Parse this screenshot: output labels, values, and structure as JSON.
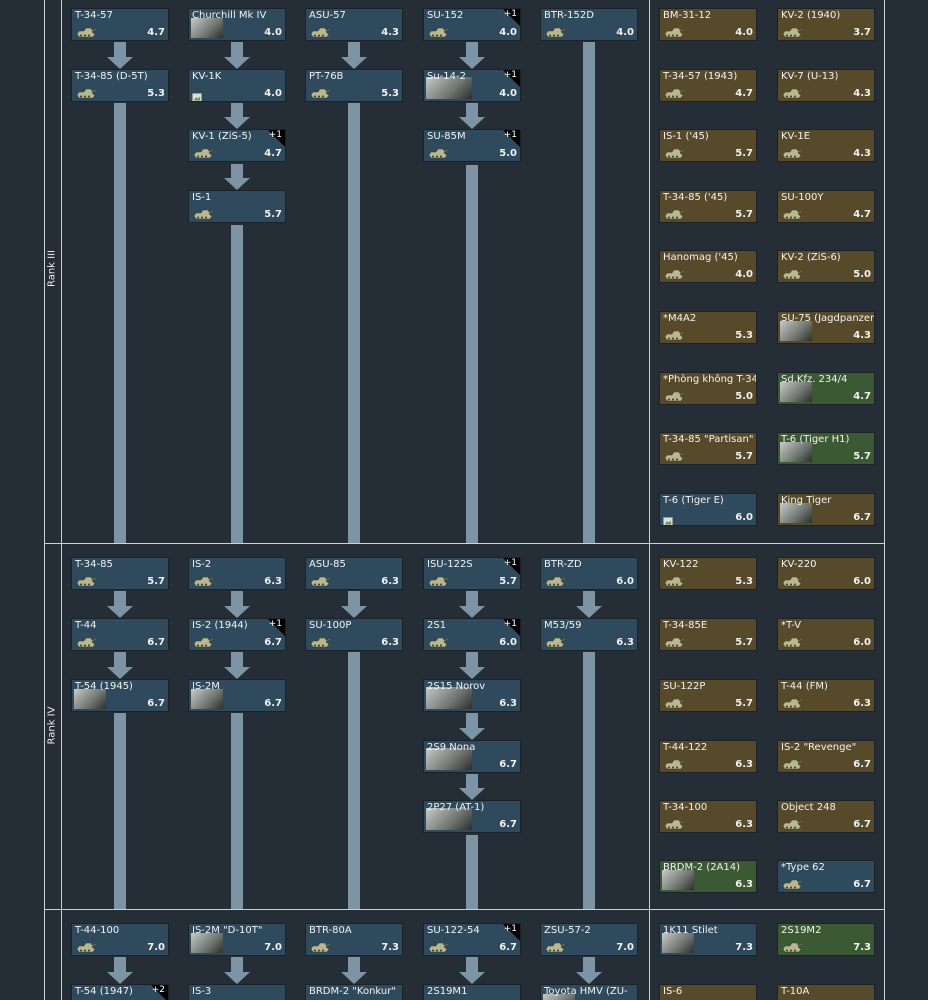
{
  "ranks": [
    {
      "label": "Rank III"
    },
    {
      "label": "Rank IV"
    }
  ],
  "columns": [
    [
      {
        "name": "T-34-57",
        "br": "4.7",
        "kind": "std",
        "icon": "tank-icon"
      },
      {
        "name": "T-34-85 (D-5T)",
        "br": "5.3",
        "kind": "std",
        "icon": "tank-icon"
      },
      {
        "name": "T-34-85",
        "br": "5.7",
        "kind": "std",
        "icon": "tank-icon"
      },
      {
        "name": "T-44",
        "br": "6.7",
        "kind": "std",
        "icon": "tank-icon"
      },
      {
        "name": "T-54 (1945)",
        "br": "6.7",
        "kind": "std",
        "icon": "photo-icon"
      },
      {
        "name": "T-44-100",
        "br": "7.0",
        "kind": "std",
        "icon": "tank-icon"
      },
      {
        "name": "T-54 (1947)",
        "br": "",
        "kind": "std",
        "icon": "tank-icon",
        "folder": "+2"
      }
    ],
    [
      {
        "name": "Churchill Mk IV",
        "br": "4.0",
        "kind": "std",
        "icon": "photo-icon"
      },
      {
        "name": "KV-1K",
        "br": "4.0",
        "kind": "std",
        "icon": "broken-image-icon"
      },
      {
        "name": "KV-1 (ZiS-5)",
        "br": "4.7",
        "kind": "std",
        "icon": "tank-icon",
        "folder": "+1"
      },
      {
        "name": "IS-1",
        "br": "5.7",
        "kind": "std",
        "icon": "tank-icon"
      },
      {
        "name": "IS-2",
        "br": "6.3",
        "kind": "std",
        "icon": "tank-icon"
      },
      {
        "name": "IS-2 (1944)",
        "br": "6.7",
        "kind": "std",
        "icon": "tank-icon",
        "folder": "+1"
      },
      {
        "name": "IS-2M",
        "br": "6.7",
        "kind": "std",
        "icon": "photo-icon"
      },
      {
        "name": "IS-2M \"D-10T\"",
        "br": "7.0",
        "kind": "std",
        "icon": "photo-icon"
      },
      {
        "name": "IS-3",
        "br": "",
        "kind": "std",
        "icon": "tank-icon"
      }
    ],
    [
      {
        "name": "ASU-57",
        "br": "4.3",
        "kind": "std",
        "icon": "tank-icon"
      },
      {
        "name": "PT-76B",
        "br": "5.3",
        "kind": "std",
        "icon": "tank-icon"
      },
      {
        "name": "ASU-85",
        "br": "6.3",
        "kind": "std",
        "icon": "tank-icon"
      },
      {
        "name": "SU-100P",
        "br": "6.3",
        "kind": "std",
        "icon": "tank-icon"
      },
      {
        "name": "BTR-80A",
        "br": "7.3",
        "kind": "std",
        "icon": "tank-icon"
      },
      {
        "name": "BRDM-2 \"Konkur\"",
        "br": "",
        "kind": "std",
        "icon": "tank-icon"
      }
    ],
    [
      {
        "name": "SU-152",
        "br": "4.0",
        "kind": "std",
        "icon": "tank-icon",
        "folder": "+1"
      },
      {
        "name": "Su-14-2",
        "br": "4.0",
        "kind": "std",
        "icon": "photo-icon",
        "folder": "+1"
      },
      {
        "name": "SU-85M",
        "br": "5.0",
        "kind": "std",
        "icon": "tank-icon",
        "folder": "+1"
      },
      {
        "name": "ISU-122S",
        "br": "5.7",
        "kind": "std",
        "icon": "tank-icon",
        "folder": "+1"
      },
      {
        "name": "2S1",
        "br": "6.0",
        "kind": "std",
        "icon": "tank-icon",
        "folder": "+1"
      },
      {
        "name": "2S15 Norov",
        "br": "6.3",
        "kind": "std",
        "icon": "photo-icon"
      },
      {
        "name": "2S9 Nona",
        "br": "6.7",
        "kind": "std",
        "icon": "photo-icon"
      },
      {
        "name": "2P27 (AT-1)",
        "br": "6.7",
        "kind": "std",
        "icon": "photo-icon"
      },
      {
        "name": "SU-122-54",
        "br": "6.7",
        "kind": "std",
        "icon": "tank-icon",
        "folder": "+1"
      },
      {
        "name": "2S19M1",
        "br": "",
        "kind": "std",
        "icon": "tank-icon"
      }
    ],
    [
      {
        "name": "BTR-152D",
        "br": "4.0",
        "kind": "std",
        "icon": "tank-icon"
      },
      {
        "name": "BTR-ZD",
        "br": "6.0",
        "kind": "std",
        "icon": "tank-icon"
      },
      {
        "name": "M53/59",
        "br": "6.3",
        "kind": "std",
        "icon": "tank-icon"
      },
      {
        "name": "ZSU-57-2",
        "br": "7.0",
        "kind": "std",
        "icon": "tank-icon"
      },
      {
        "name": "Toyota HMV (ZU-",
        "br": "",
        "kind": "std",
        "icon": "photo-icon"
      }
    ],
    [
      {
        "name": "BM-31-12",
        "br": "4.0",
        "kind": "prem",
        "icon": "tank-icon"
      },
      {
        "name": "T-34-57 (1943)",
        "br": "4.7",
        "kind": "prem",
        "icon": "tank-icon"
      },
      {
        "name": "IS-1 ('45)",
        "br": "5.7",
        "kind": "prem",
        "icon": "tank-icon"
      },
      {
        "name": "T-34-85 ('45)",
        "br": "5.7",
        "kind": "prem",
        "icon": "tank-icon"
      },
      {
        "name": "Hanomag ('45)",
        "br": "4.0",
        "kind": "prem",
        "icon": "tank-icon"
      },
      {
        "name": "*M4A2",
        "br": "5.3",
        "kind": "prem",
        "icon": "tank-icon"
      },
      {
        "name": "*Phòng không T-34",
        "br": "5.0",
        "kind": "prem",
        "icon": "tank-icon"
      },
      {
        "name": "T-34-85 \"Partisan\"",
        "br": "5.7",
        "kind": "prem",
        "icon": "tank-icon"
      },
      {
        "name": "T-6 (Tiger E)",
        "br": "6.0",
        "kind": "std",
        "icon": "broken-image-icon"
      },
      {
        "name": "KV-122",
        "br": "5.3",
        "kind": "prem",
        "icon": "tank-icon"
      },
      {
        "name": "T-34-85E",
        "br": "5.7",
        "kind": "prem",
        "icon": "tank-icon"
      },
      {
        "name": "SU-122P",
        "br": "5.7",
        "kind": "prem",
        "icon": "tank-icon"
      },
      {
        "name": "T-44-122",
        "br": "6.3",
        "kind": "prem",
        "icon": "tank-icon"
      },
      {
        "name": "T-34-100",
        "br": "6.3",
        "kind": "prem",
        "icon": "tank-icon"
      },
      {
        "name": "BRDM-2 (2A14)",
        "br": "6.3",
        "kind": "squad",
        "icon": "photo-icon"
      },
      {
        "name": "1K11 Stilet",
        "br": "7.3",
        "kind": "std",
        "icon": "photo-icon"
      },
      {
        "name": "IS-6",
        "br": "",
        "kind": "prem",
        "icon": "tank-icon"
      }
    ],
    [
      {
        "name": "KV-2 (1940)",
        "br": "3.7",
        "kind": "prem",
        "icon": "tank-icon"
      },
      {
        "name": "KV-7 (U-13)",
        "br": "4.3",
        "kind": "prem",
        "icon": "tank-icon"
      },
      {
        "name": "KV-1E",
        "br": "4.3",
        "kind": "prem",
        "icon": "tank-icon"
      },
      {
        "name": "SU-100Y",
        "br": "4.7",
        "kind": "prem",
        "icon": "tank-icon"
      },
      {
        "name": "KV-2 (ZiS-6)",
        "br": "5.0",
        "kind": "prem",
        "icon": "tank-icon"
      },
      {
        "name": "SU-75 (Jagdpanzer",
        "br": "4.3",
        "kind": "prem",
        "icon": "photo-icon"
      },
      {
        "name": "Sd.Kfz. 234/4",
        "br": "4.7",
        "kind": "squad",
        "icon": "photo-icon"
      },
      {
        "name": "T-6 (Tiger H1)",
        "br": "5.7",
        "kind": "squad",
        "icon": "photo-icon"
      },
      {
        "name": "King Tiger",
        "br": "6.7",
        "kind": "prem",
        "icon": "photo-icon"
      },
      {
        "name": "KV-220",
        "br": "6.0",
        "kind": "prem",
        "icon": "tank-icon"
      },
      {
        "name": "*T-V",
        "br": "6.0",
        "kind": "prem",
        "icon": "tank-icon"
      },
      {
        "name": "T-44 (FM)",
        "br": "6.3",
        "kind": "prem",
        "icon": "tank-icon"
      },
      {
        "name": "IS-2 \"Revenge\"",
        "br": "6.7",
        "kind": "prem",
        "icon": "tank-icon"
      },
      {
        "name": "Object 248",
        "br": "6.7",
        "kind": "prem",
        "icon": "tank-icon"
      },
      {
        "name": "*Type 62",
        "br": "6.7",
        "kind": "std",
        "icon": "tank-icon"
      },
      {
        "name": "2S19M2",
        "br": "7.3",
        "kind": "squad",
        "icon": "tank-icon"
      },
      {
        "name": "T-10A",
        "br": "",
        "kind": "prem",
        "icon": "tank-icon"
      }
    ]
  ]
}
